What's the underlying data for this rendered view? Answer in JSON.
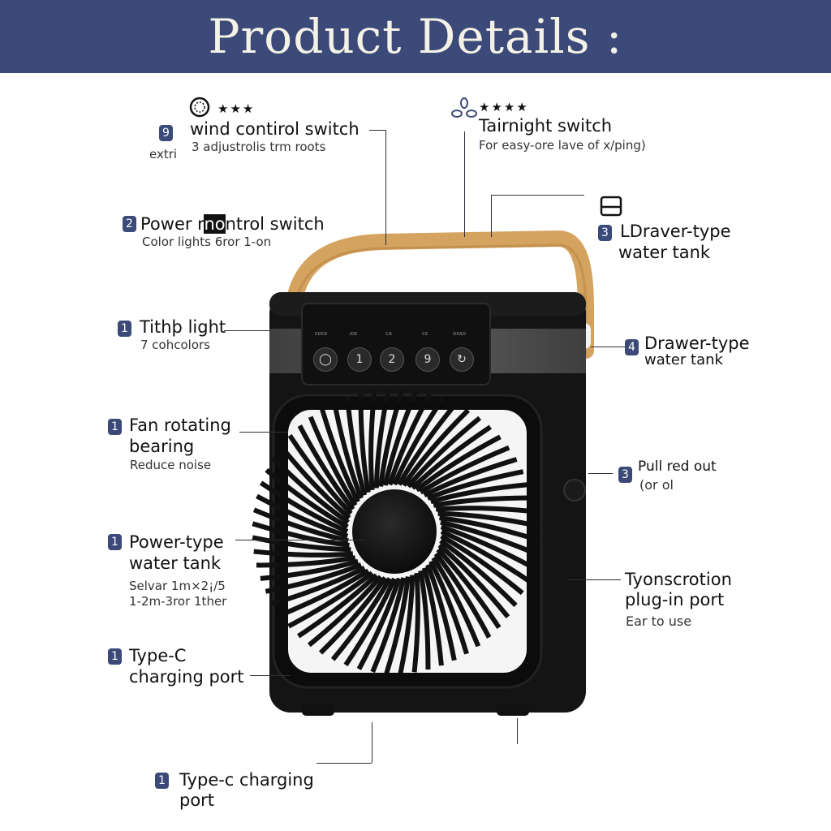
{
  "header": {
    "title": "Product Details :"
  },
  "callouts": {
    "wind": {
      "badge": "9",
      "extra": "extri",
      "stars": "★★★",
      "title": "wind contirol switch",
      "sub": "3 adjustrolis trm roots"
    },
    "night": {
      "stars": "★★★★",
      "title": "Tairnight switch",
      "sub": "For easy-ore lave of x/ping)"
    },
    "power_control": {
      "badge": "2",
      "title_pre": "Power r",
      "title_mark": "no",
      "title_post": "ntrol switch",
      "sub": "Color lights 6ror 1-on"
    },
    "drawer_top": {
      "badge": "3",
      "title": "LDraver-type",
      "title2": "water  tank"
    },
    "light": {
      "badge": "1",
      "title": "Tithþ light",
      "sub": "7 cohcolors"
    },
    "drawer_right": {
      "badge": "4",
      "title": "Drawer-type",
      "title2": "water tank"
    },
    "fan": {
      "badge": "1",
      "title": "Fan rotating",
      "title2": "bearing",
      "sub": "Reduce noise"
    },
    "pull": {
      "badge": "3",
      "title": "Pull red out",
      "sub": "(or ol"
    },
    "power_tank": {
      "badge": "1",
      "title": "Power-type",
      "title2": "water tank",
      "sub": "Selvar 1m×2¡/5",
      "sub2": "1-2m-3ror 1ther"
    },
    "plugin": {
      "title": "Tyonscrotion",
      "title2": "plug-in port",
      "sub": "Ear to use"
    },
    "typec_left": {
      "badge": "1",
      "title": "Type-C",
      "title2": "charging port"
    },
    "typec_bottom": {
      "badge": "1",
      "title": "Type-c charging",
      "title2": "port"
    }
  },
  "device": {
    "button_labels": [
      "0",
      "1",
      "2",
      "9"
    ],
    "panel_labels": [
      "ᴇᴅᴇᴅ",
      "ᴊᴅᴇ",
      "ᴄᴀ",
      "ᴄᴇ",
      "ᴅᴇᴀᴅ"
    ],
    "colors": {
      "body": "#141414",
      "handle": "#d4a35f",
      "header": "#3b4a78"
    }
  }
}
